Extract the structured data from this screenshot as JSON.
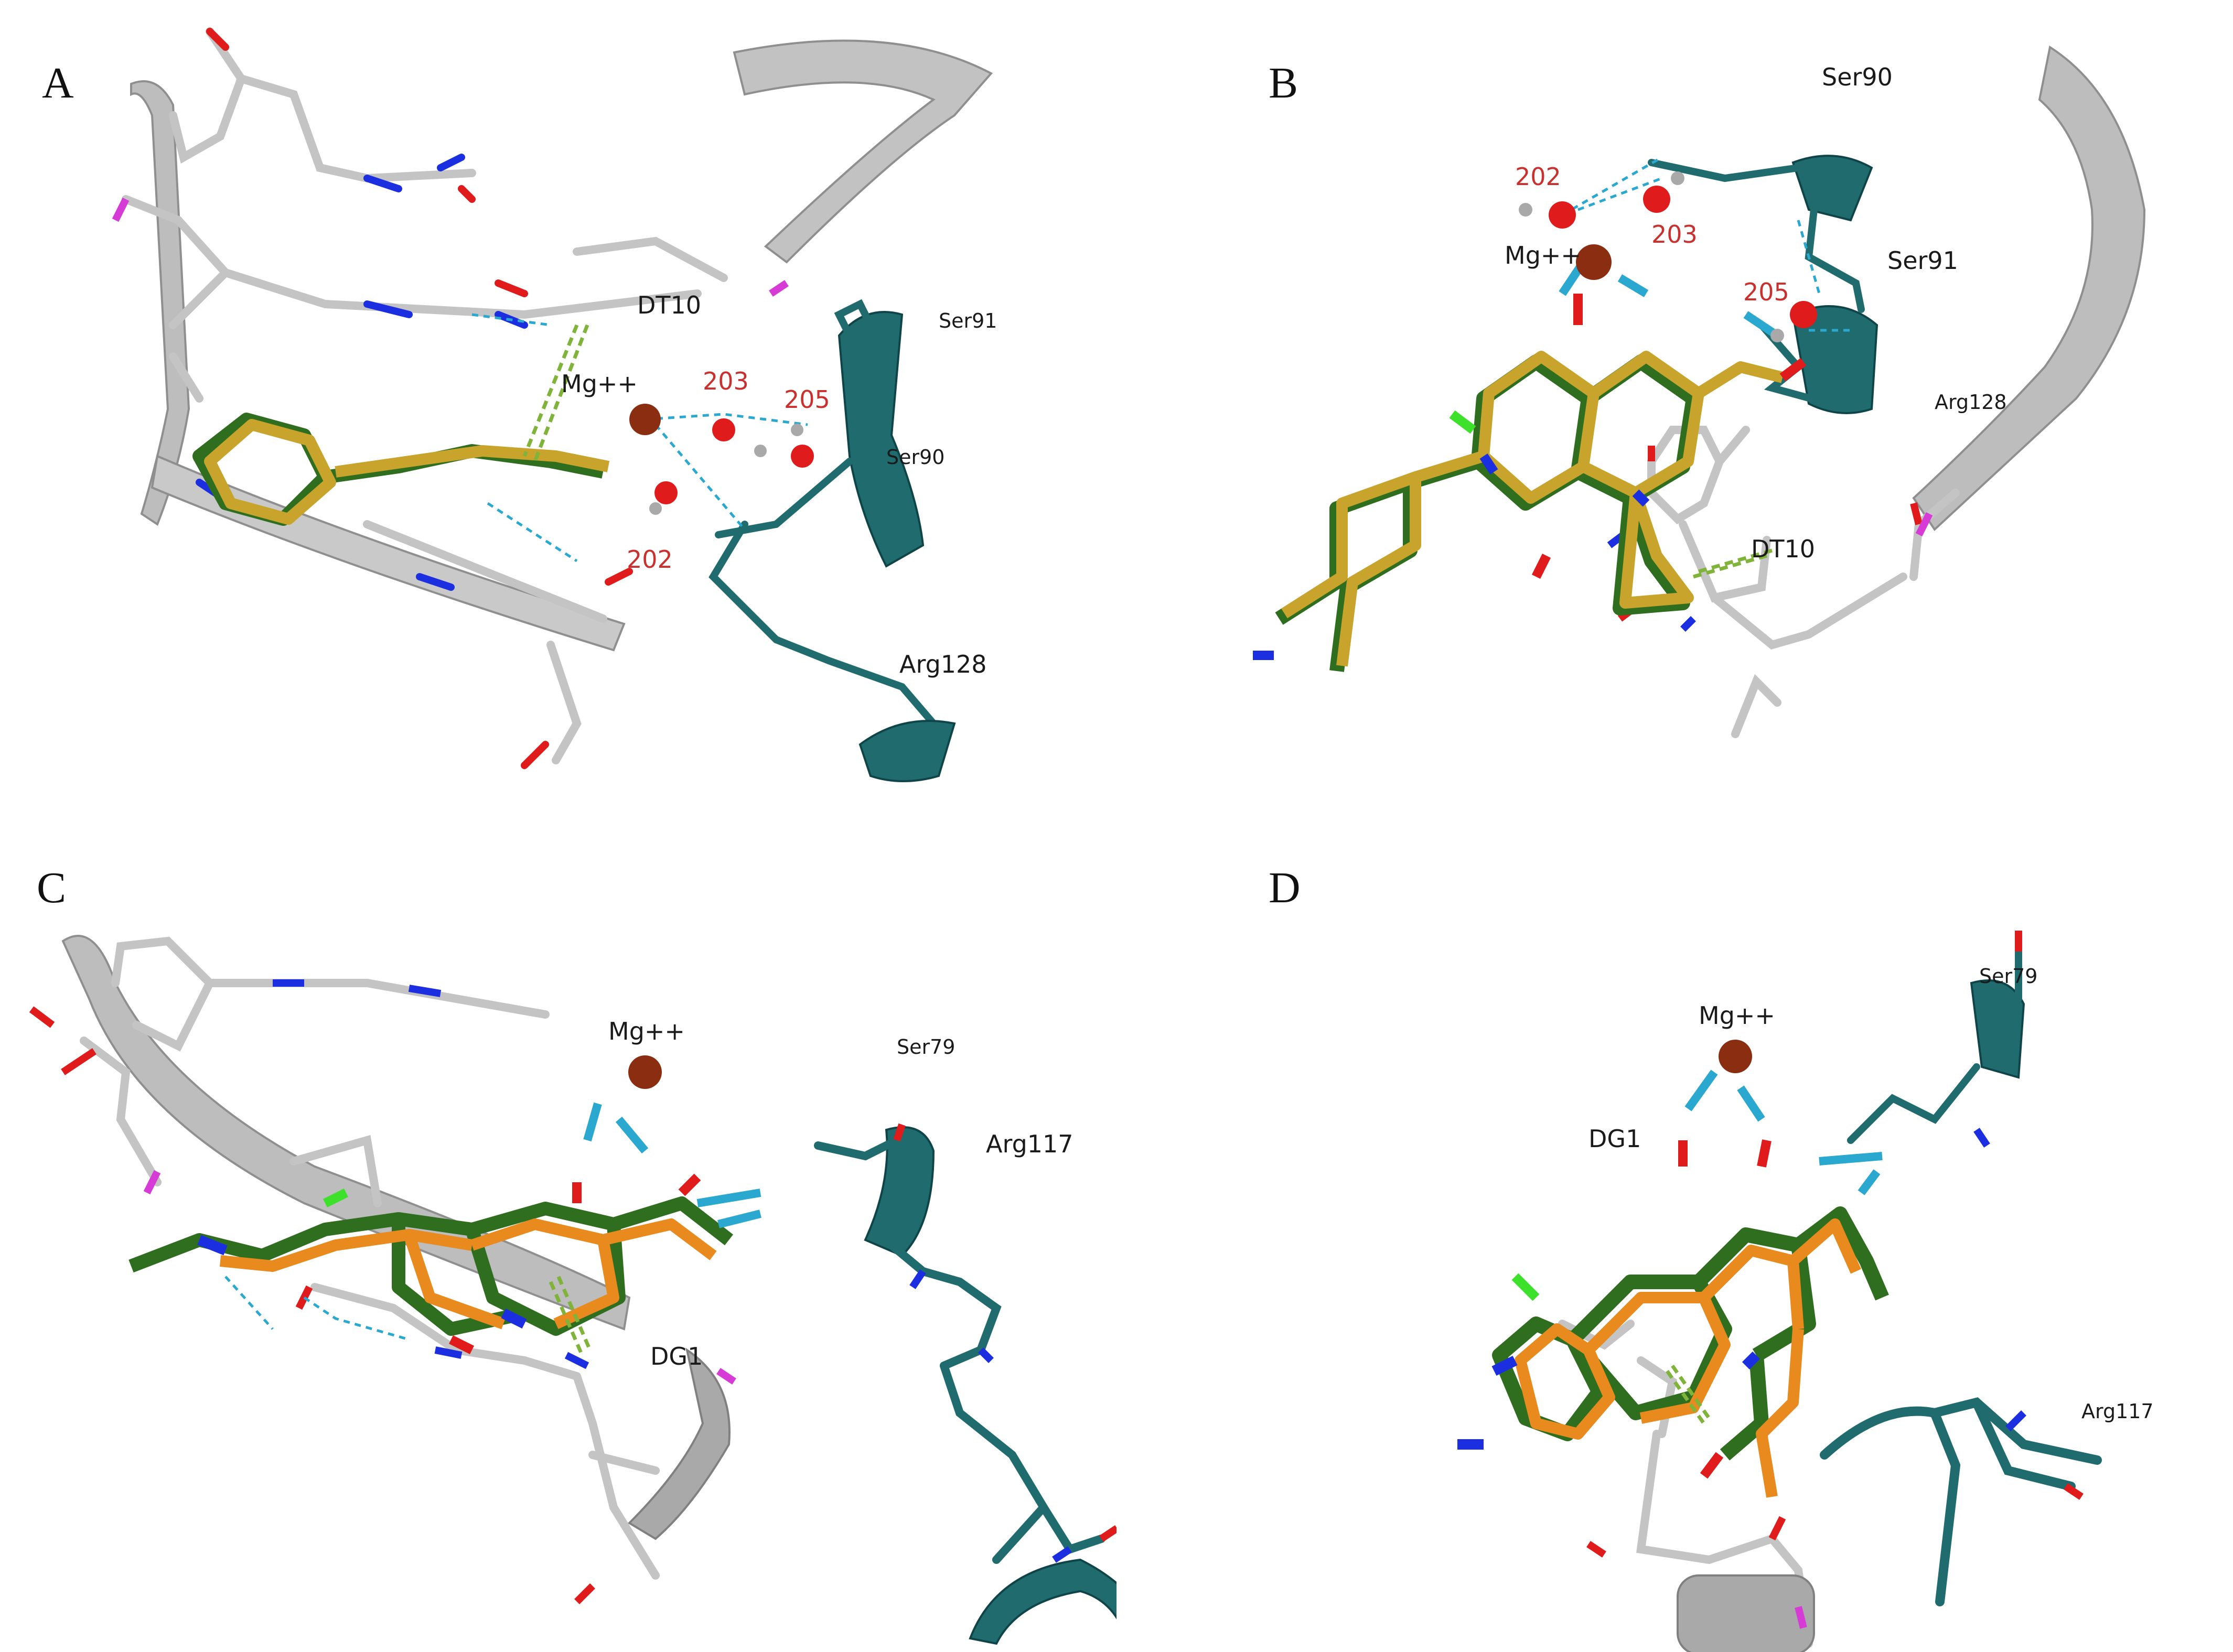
{
  "panels": [
    {
      "letter": "A",
      "labels": {
        "mg": "Mg++",
        "dt10": "DT10",
        "ser91": "Ser91",
        "ser90": "Ser90",
        "arg128": "Arg128",
        "w203": "203",
        "w205": "205",
        "w202": "202"
      }
    },
    {
      "letter": "B",
      "labels": {
        "ser90": "Ser90",
        "w202": "202",
        "w203": "203",
        "mg": "Mg++",
        "ser91": "Ser91",
        "w205": "205",
        "arg128": "Arg128",
        "dt10": "DT10"
      }
    },
    {
      "letter": "C",
      "labels": {
        "mg": "Mg++",
        "ser79": "Ser79",
        "arg117": "Arg117",
        "dg1": "DG1"
      }
    },
    {
      "letter": "D",
      "labels": {
        "mg": "Mg++",
        "ser79": "Ser79",
        "dg1": "DG1",
        "arg117": "Arg117"
      }
    }
  ],
  "colors": {
    "dna_carbon": "#c4c4c4",
    "protein": "#1f6b6e",
    "ligand_yellow": "#c8a42c",
    "ligand_green": "#2f6e1f",
    "ligand_orange": "#e88a1e",
    "nitrogen": "#1c2fe0",
    "oxygen": "#e01b1b",
    "phosphorus": "#d63bd6",
    "fluorine": "#3de02a",
    "magnesium": "#8b2d10",
    "water_o": "#e01b1b",
    "hbond": "#2aa8d0",
    "pistack": "#7fb33a"
  },
  "icons": [
    "magnesium-ion-sphere",
    "water-molecule",
    "hydrogen-bond-dash",
    "pi-stacking-dash"
  ]
}
